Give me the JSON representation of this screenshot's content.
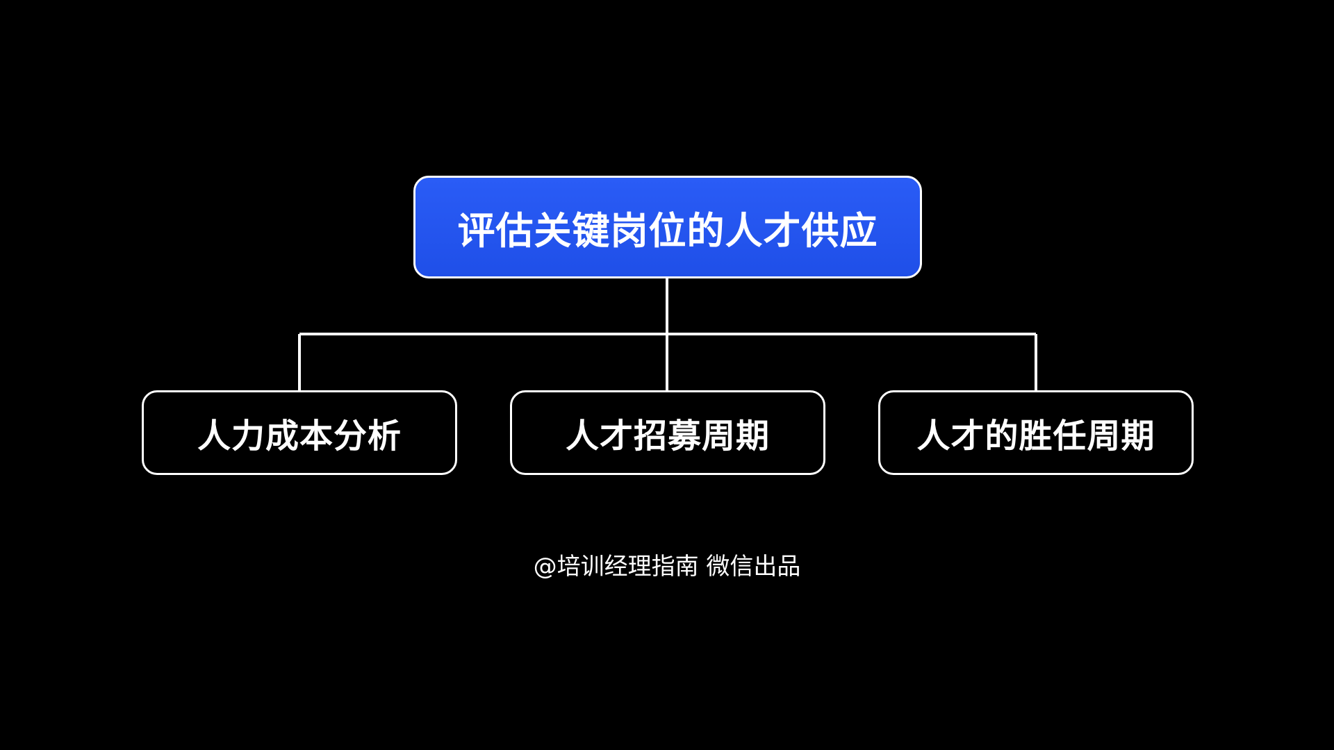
{
  "diagram": {
    "root": {
      "label": "评估关键岗位的人才供应"
    },
    "children": [
      {
        "label": "人力成本分析"
      },
      {
        "label": "人才招募周期"
      },
      {
        "label": "人才的胜任周期"
      }
    ]
  },
  "footer": {
    "text": "@培训经理指南  微信出品"
  },
  "colors": {
    "background": "#000000",
    "root_fill": "#2456f0",
    "border": "#ffffff",
    "text": "#ffffff"
  }
}
